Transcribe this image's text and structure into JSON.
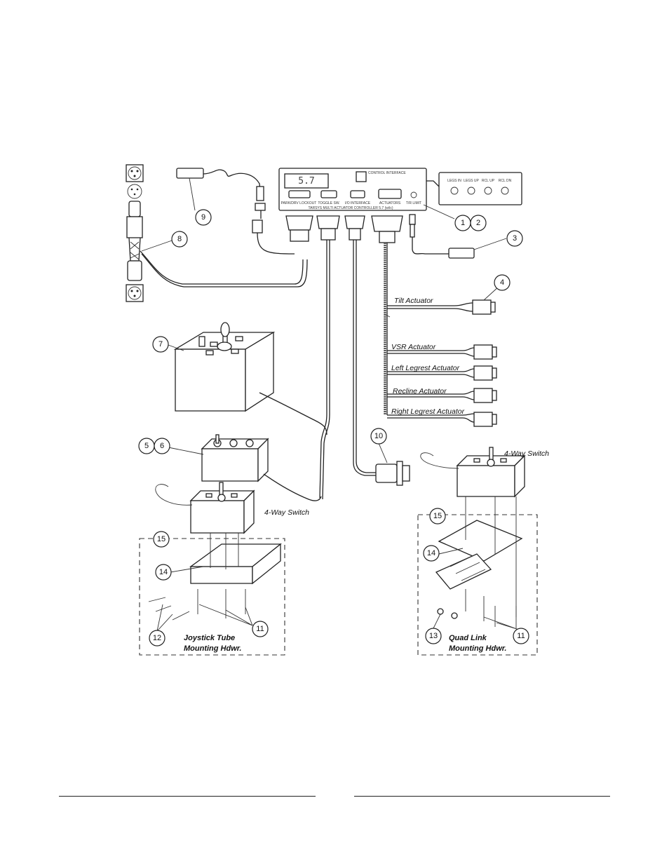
{
  "controller": {
    "display": "5.7",
    "ports": [
      "PARK/DRV LOCKOUT",
      "TOGGLE SW.",
      "I/O INTERFACE",
      "ACTUATORS",
      "T/R LIMIT"
    ],
    "top_label": "CONTROL INTERFACE",
    "model_label": "TARSYS MULTI ACTUATOR CONTROLLER 5.7 (w/ic)"
  },
  "aux_panel": {
    "labels": [
      "LEGS IN",
      "LEGS UP",
      "RCL UP",
      "RCL DN"
    ]
  },
  "callouts": [
    "1",
    "2",
    "3",
    "4",
    "5",
    "6",
    "7",
    "8",
    "9",
    "10",
    "11",
    "11",
    "12",
    "13",
    "14",
    "14",
    "15",
    "15"
  ],
  "actuators": [
    "Tilt Actuator",
    "VSR Actuator",
    "Left Legrest Actuator",
    "Recline Actuator",
    "Right Legrest Actuator"
  ],
  "switch_labels": [
    "4-Way Switch",
    "4-Way Switch"
  ],
  "hardware_kits": {
    "joystick": [
      "Joystick Tube",
      "Mounting Hdwr."
    ],
    "quad": [
      "Quad Link",
      "Mounting Hdwr."
    ]
  }
}
